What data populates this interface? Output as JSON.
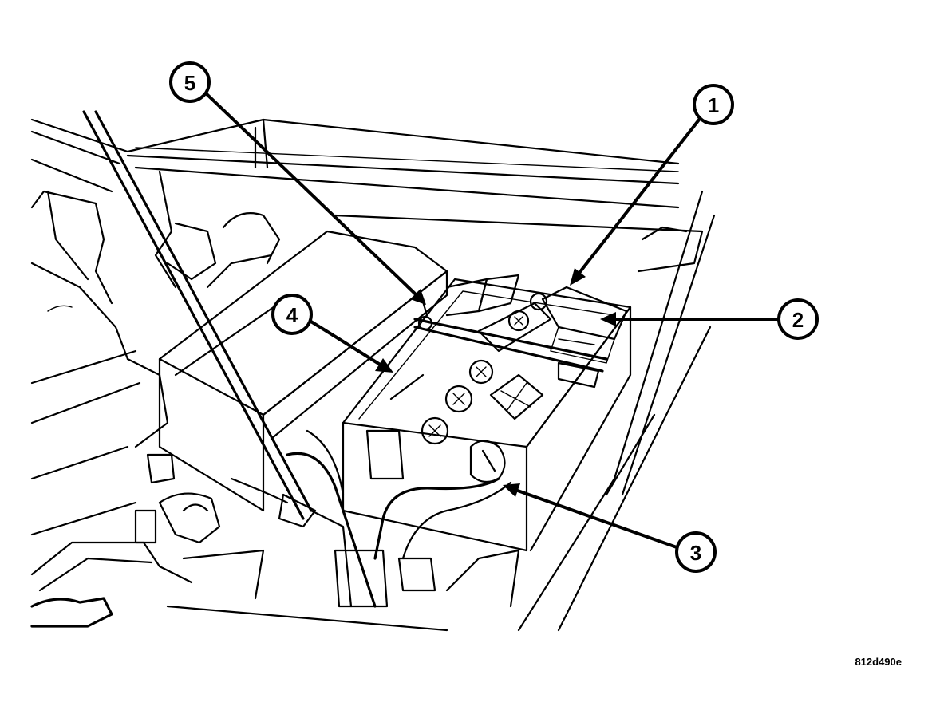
{
  "figure": {
    "figure_id": "812d490e"
  },
  "callouts": [
    {
      "id": "1",
      "label": "1"
    },
    {
      "id": "2",
      "label": "2"
    },
    {
      "id": "3",
      "label": "3"
    },
    {
      "id": "4",
      "label": "4"
    },
    {
      "id": "5",
      "label": "5"
    }
  ]
}
